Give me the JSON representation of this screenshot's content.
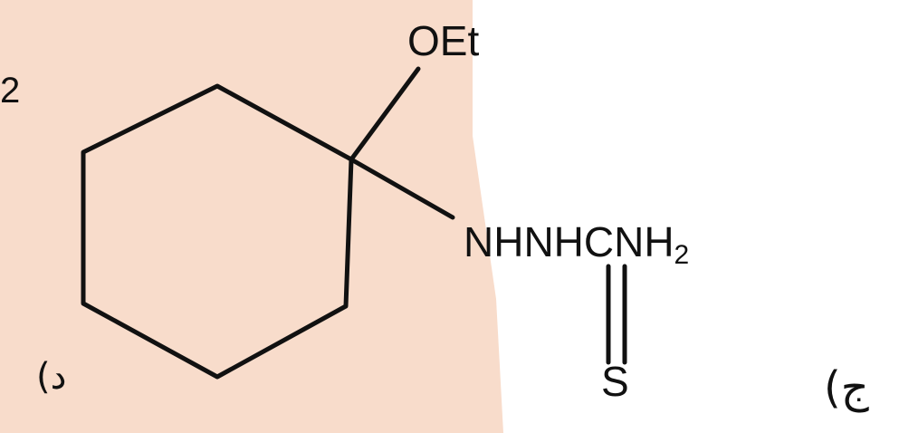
{
  "colors": {
    "shaded_panel": "#f8dccb",
    "background": "#ffffff",
    "ink": "#111111"
  },
  "labels": {
    "ethoxy": "OEt",
    "side_chain_main": "NHNHCNH",
    "side_chain_subscript": "2",
    "thione_atom": "S",
    "left_edge_fragment": "2",
    "option_d": "د)",
    "option_j": "ج)"
  }
}
